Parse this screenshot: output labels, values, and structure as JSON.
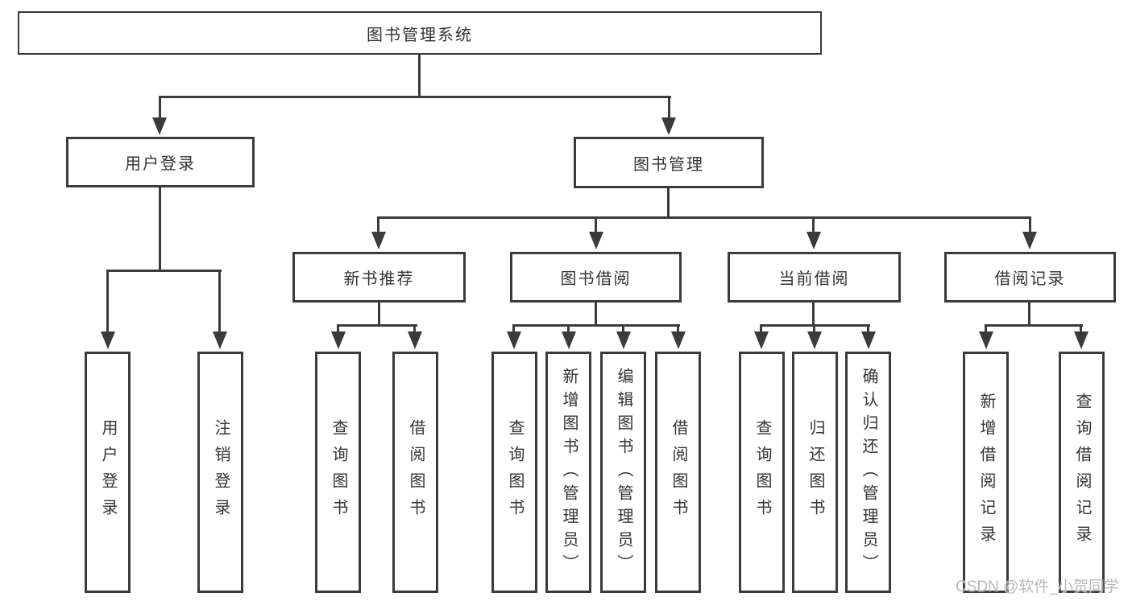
{
  "tree": {
    "root": {
      "label": "图书管理系统"
    },
    "user_login": {
      "label": "用户登录",
      "children": [
        {
          "label": "用户登录"
        },
        {
          "label": "注销登录"
        }
      ]
    },
    "book_management": {
      "label": "图书管理",
      "modules": [
        {
          "label": "新书推荐",
          "children": [
            {
              "label": "查询图书"
            },
            {
              "label": "借阅图书"
            }
          ]
        },
        {
          "label": "图书借阅",
          "children": [
            {
              "label": "查询图书"
            },
            {
              "label": "新增图书（管理员）"
            },
            {
              "label": "编辑图书（管理员）"
            },
            {
              "label": "借阅图书"
            }
          ]
        },
        {
          "label": "当前借阅",
          "children": [
            {
              "label": "查询图书"
            },
            {
              "label": "归还图书"
            },
            {
              "label": "确认归还（管理员）"
            }
          ]
        },
        {
          "label": "借阅记录",
          "children": [
            {
              "label": "新增借阅记录"
            },
            {
              "label": "查询借阅记录"
            }
          ]
        }
      ]
    }
  },
  "watermark": "CSDN @软件_小贺同学",
  "colors": {
    "line": "#3b3b3b",
    "text": "#333333",
    "watermark_gray": "#b9b9b9",
    "background": "#ffffff"
  }
}
